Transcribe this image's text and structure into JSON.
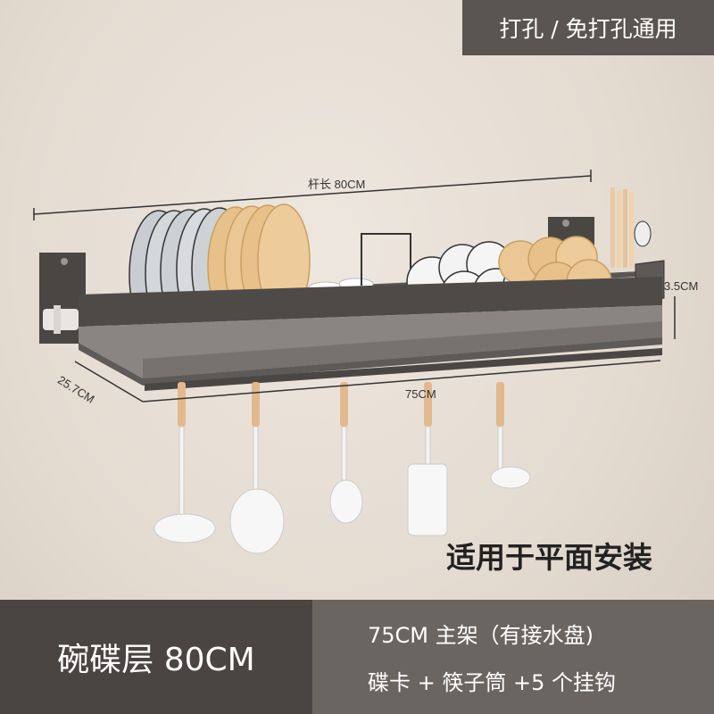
{
  "badge": "打孔 / 免打孔通用",
  "dimensions": {
    "rod_length": "杆长 80CM",
    "depth": "25.7CM",
    "width": "75CM",
    "height": "3.5CM"
  },
  "caption": "适用于平面安装",
  "footer": {
    "product": "碗碟层 80CM",
    "line1": "75CM 主架（有接水盘)",
    "line2": "碟卡 + 筷子筒 +5 个挂钩"
  },
  "colors": {
    "frame": "#6e6a67",
    "frame_dark": "#3f3c3a",
    "plate_gold": "#e7c08a",
    "plate_white": "#f2f2f2",
    "badge_bg": "#5a5552",
    "footer_left": "#4a4543",
    "footer_right": "#6b6562"
  }
}
